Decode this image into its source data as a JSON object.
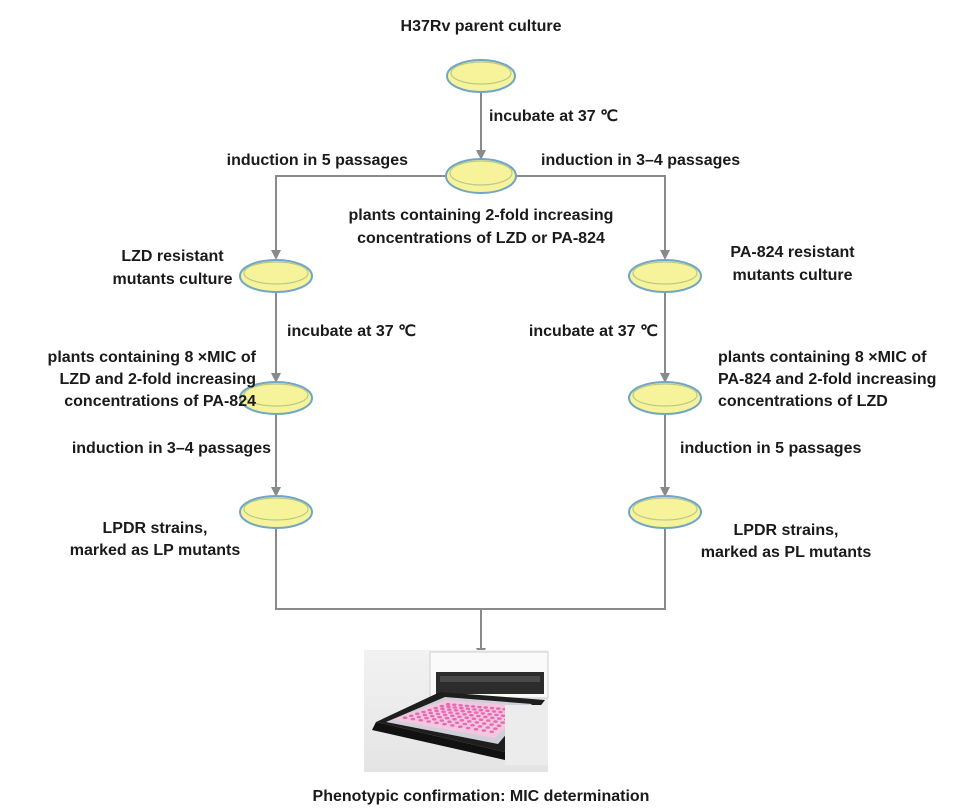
{
  "colors": {
    "arrow": "#8a8a8a",
    "dish_fill": "#f7f39a",
    "dish_rim": "#6fa6c8",
    "text": "#1a1a1a",
    "plate_wells": "#e86ab3"
  },
  "labels": {
    "parent": "H37Rv parent culture",
    "incubate_top": "incubate at 37 ℃",
    "induction_left": "induction in 5 passages",
    "induction_right": "induction in 3–4 passages",
    "plants_center_1": "plants containing  2-fold increasing",
    "plants_center_2": "concentrations of LZD or PA-824",
    "lzd_resistant_1": "LZD resistant",
    "lzd_resistant_2": "mutants culture",
    "pa_resistant_1": "PA-824 resistant",
    "pa_resistant_2": "mutants culture",
    "incubate_left": "incubate at 37 ℃",
    "incubate_right": "incubate at 37 ℃",
    "plants_left_1": "plants containing 8 ×MIC of",
    "plants_left_2": "LZD and 2-fold increasing",
    "plants_left_3": "concentrations of PA-824",
    "plants_right_1": "plants containing 8 ×MIC of",
    "plants_right_2": "PA-824 and 2-fold increasing",
    "plants_right_3": "concentrations of LZD",
    "induction_left_2": "induction in 3–4 passages",
    "induction_right_2": "induction in 5 passages",
    "lpdr_left_1": "LPDR strains,",
    "lpdr_left_2": "marked as LP mutants",
    "lpdr_right_1": "LPDR strains,",
    "lpdr_right_2": "marked as PL mutants",
    "final": "Phenotypic confirmation: MIC determination"
  }
}
